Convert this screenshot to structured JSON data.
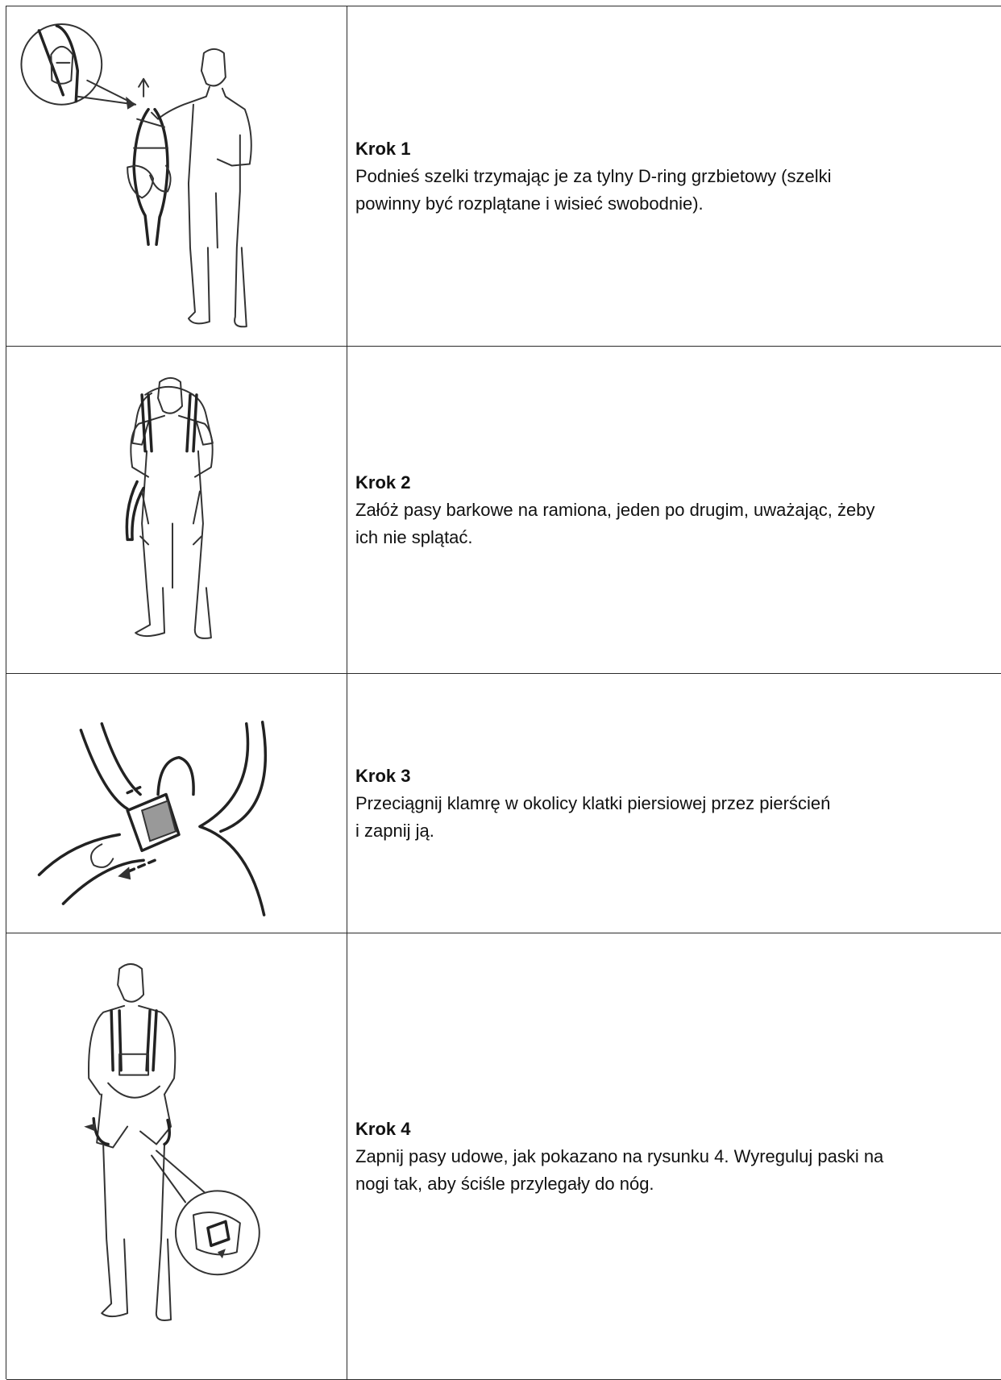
{
  "steps": [
    {
      "title": "Krok 1",
      "desc": "Podnieś szelki trzymając je za tylny D-ring grzbietowy (szelki\npowinny być rozplątane i wisieć swobodnie).",
      "illustration": "person-lifting-harness-illustration"
    },
    {
      "title": "Krok 2",
      "desc": "Załóż pasy barkowe na ramiona, jeden po drugim, uważając, żeby\nich nie splątać.",
      "illustration": "person-putting-on-shoulder-straps-illustration"
    },
    {
      "title": "Krok 3",
      "desc": "Przeciągnij klamrę w okolicy klatki piersiowej przez pierścień\ni zapnij ją.",
      "illustration": "chest-buckle-through-ring-illustration"
    },
    {
      "title": "Krok 4",
      "desc": "Zapnij pasy udowe, jak pokazano na rysunku 4. Wyreguluj paski na\nnogi tak, aby ściśle przylegały do nóg.",
      "illustration": "person-fastening-leg-straps-illustration"
    }
  ]
}
